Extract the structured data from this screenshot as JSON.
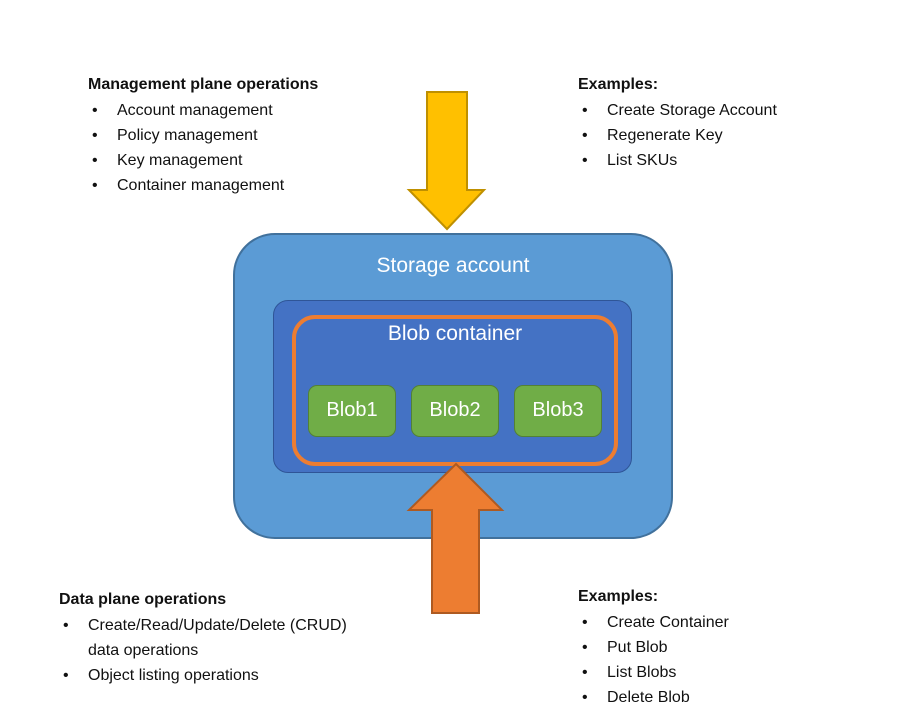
{
  "ui": {
    "bullet_char": "•"
  },
  "diagram": {
    "storage_account_label": "Storage account",
    "blob_container_label": "Blob container",
    "blob_labels": [
      "Blob1",
      "Blob2",
      "Blob3"
    ],
    "colors": {
      "storage_fill": "#5B9BD5",
      "storage_border": "#41719C",
      "container_fill": "#4472C4",
      "container_border": "#2F5597",
      "ring_border": "#ED7D31",
      "blob_fill": "#70AD47",
      "blob_border": "#538135",
      "down_arrow_fill": "#FFC000",
      "down_arrow_border": "#BF9000",
      "up_arrow_fill": "#ED7D31",
      "up_arrow_border": "#AE5A21",
      "label_text": "#FFFFFF",
      "body_text": "#111111"
    }
  },
  "management_plane": {
    "title": "Management plane operations",
    "items": [
      "Account management",
      "Policy management",
      "Key management",
      "Container management"
    ]
  },
  "management_examples": {
    "title": "Examples:",
    "items": [
      "Create Storage Account",
      "Regenerate Key",
      "List SKUs"
    ]
  },
  "data_plane": {
    "title": "Data plane operations",
    "items": [
      {
        "lines": [
          "Create/Read/Update/Delete (CRUD)",
          "data operations"
        ]
      },
      {
        "lines": [
          "Object listing operations"
        ]
      }
    ]
  },
  "data_examples": {
    "title": "Examples:",
    "items": [
      "Create Container",
      "Put Blob",
      "List Blobs",
      "Delete Blob"
    ]
  }
}
